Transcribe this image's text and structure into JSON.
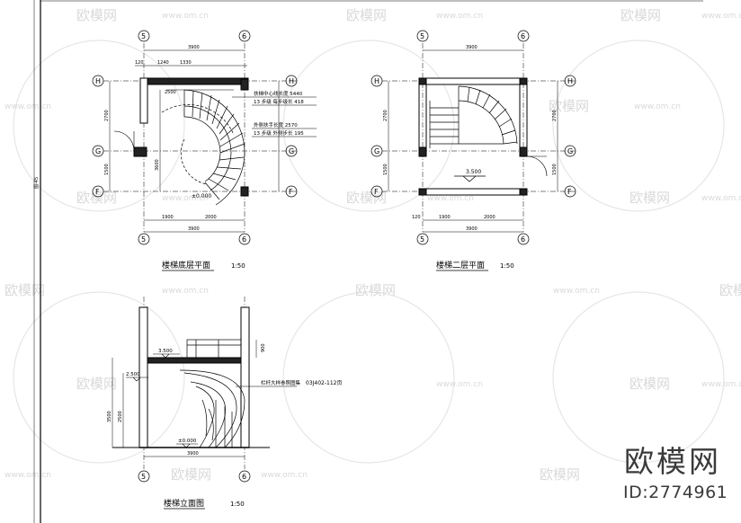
{
  "sheet": {
    "border_label": "图-45"
  },
  "axes": {
    "col_left": "5",
    "col_right": "6",
    "row_top": "H",
    "row_mid": "G",
    "row_bot": "F"
  },
  "plan1": {
    "title": "楼梯底层平面",
    "scale": "1:50",
    "dim_top_total": "3900",
    "dim_top_a": "1240",
    "dim_top_b": "1330",
    "dim_top_c": "120",
    "dim_bottom_a": "1900",
    "dim_bottom_b": "2000",
    "dim_bottom_total": "3900",
    "dim_left_upper": "2700",
    "dim_left_lower": "1500",
    "dim_inner_h": "2500",
    "dim_inner_v": "3600",
    "elevation": "±0.000",
    "note1": "扶梯中心线长度 5440",
    "note2": "13 步级  每步级长 418",
    "note3": "外侧扶手长度 2570",
    "note4": "13 步级  外侧步长 195"
  },
  "plan2": {
    "title": "楼梯二层平面",
    "scale": "1:50",
    "dim_top_total": "3900",
    "dim_bottom_a": "1900",
    "dim_bottom_b": "2000",
    "dim_bottom_total": "3900",
    "dim_c": "120",
    "dim_left_upper": "2700",
    "dim_left_lower": "1500",
    "elevation": "3.500"
  },
  "section": {
    "title": "楼梯立面图",
    "scale": "1:50",
    "elevation_top": "3.500",
    "elevation_mid": "2.500",
    "elevation_floor": "±0.000",
    "dim_rail": "900",
    "dim_bottom": "3900",
    "left_dim_1": "3500",
    "left_dim_2": "2500",
    "annotation": "栏杆大样参照图集",
    "ref": "03J402-112页"
  },
  "watermark": {
    "brand": "欧模网",
    "url": "www.om.cn"
  },
  "brand": {
    "name": "欧模网",
    "id": "ID:2774961"
  }
}
